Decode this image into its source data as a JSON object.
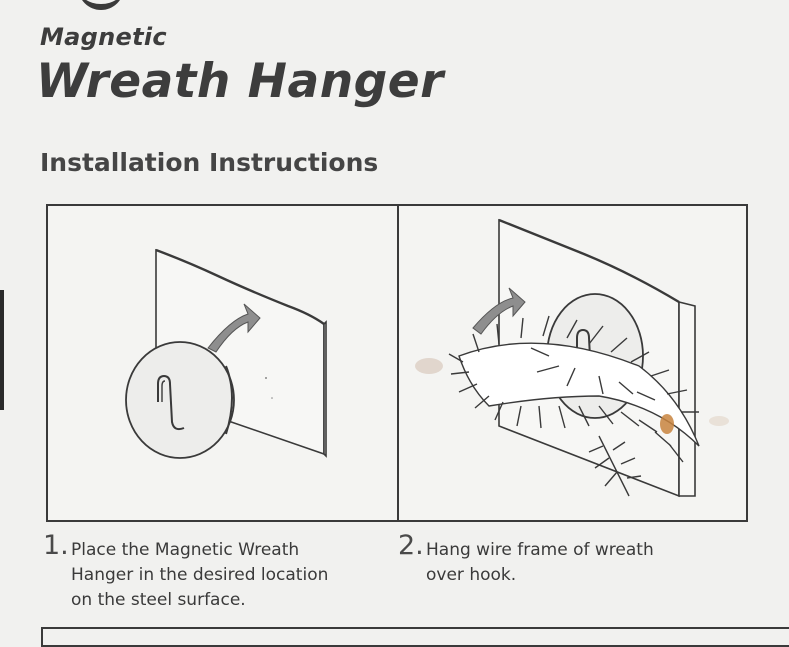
{
  "header": {
    "subtitle": "Magnetic",
    "title": "Wreath Hanger",
    "section_heading": "Installation Instructions"
  },
  "steps": [
    {
      "number": "1.",
      "lines": [
        "Place the Magnetic Wreath",
        "Hanger in the desired location",
        "on the steel surface."
      ]
    },
    {
      "number": "2.",
      "lines": [
        "Hang wire frame of wreath",
        "over hook."
      ]
    }
  ],
  "illustration": {
    "stroke_color": "#3a3a3a",
    "arrow_color": "#8e8e8e",
    "accent_color": "#c8843e"
  }
}
